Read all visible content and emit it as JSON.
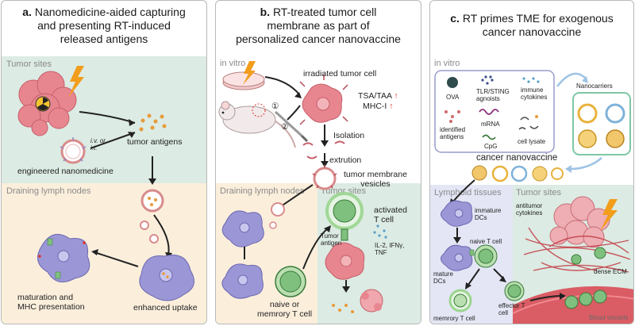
{
  "panels": [
    {
      "letter": "a.",
      "title_line1": "Nanomedicine-aided capturing",
      "title_line2": "and presenting RT-induced",
      "title_line3": "released antigens"
    },
    {
      "letter": "b.",
      "title_line1": "RT-treated tumor cell",
      "title_line2": "membrane as part of",
      "title_line3": "personalized cancer nanovaccine"
    },
    {
      "letter": "c.",
      "title_line1": "RT primes TME for exogenous",
      "title_line2": "cancer nanovaccine"
    }
  ],
  "panel_a": {
    "tumor_sites": "Tumor sites",
    "tumor_antigens": "tumor antigens",
    "route": "i.v. or",
    "route2": "i.t.",
    "engineered": "engineered nanomedicine",
    "draining": "Draining lymph nodes",
    "maturation1": "maturation and",
    "maturation2": "MHC presentation",
    "uptake": "enhanced uptake"
  },
  "panel_b": {
    "in_vitro": "in vitro",
    "irradiated": "irradiated tumor cell",
    "tsa": "TSA/TAA",
    "mhc": "MHC-I",
    "arrow_up": "↑",
    "step1": "①",
    "step2": "②",
    "isolation": "Isolation",
    "extrution": "extrution",
    "membrane1": "tumor membrane",
    "membrane2": "vesicles",
    "draining": "Draining lymph nodes",
    "tumor_sites": "Tumor sites",
    "activated1": "activated",
    "activated2": "T cell",
    "tumor_antigen1": "Tumor",
    "tumor_antigen2": "antigen",
    "cytokines1": "IL-2, IFNγ,",
    "cytokines2": "TNF",
    "naive1": "naive or",
    "naive2": "memrory T cell"
  },
  "panel_c": {
    "in_vitro": "in vitro",
    "ova": "OVA",
    "tlr1": "TLR/STING",
    "tlr2": "agnoists",
    "immune1": "immune",
    "immune2": "cytokines",
    "identified1": "identified",
    "identified2": "antigens",
    "mrna": "mRNA",
    "cpg": "CpG",
    "lysate": "cell lysate",
    "nanocarriers": "Nanocarriers",
    "nanovaccine": "cancer nanovaccine",
    "lymphoid": "Lymphoid tissues",
    "tumor_sites": "Tumor sites",
    "immature1": "immature",
    "immature2": "DCs",
    "naive": "naive T cell",
    "mature1": "mature",
    "mature2": "DCs",
    "antitumor1": "antitumor",
    "antitumor2": "cytokines",
    "dense": "dense ECM",
    "effector1": "effector T",
    "effector2": "cell",
    "memory": "memrory T cell",
    "blood": "Blood vessels"
  },
  "colors": {
    "green_bg": "#dcebe3",
    "peach_bg": "#fbefdc",
    "tumor": "#e8868f",
    "dc": "#9b97d6",
    "tcell": "#7fc07f",
    "antigen": "#e79a3a",
    "lightning": "#f29d1c",
    "blood": "#d94d55"
  }
}
